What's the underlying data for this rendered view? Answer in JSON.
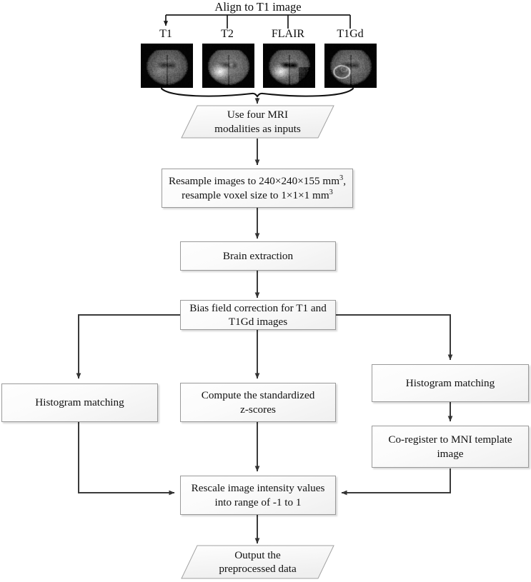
{
  "diagram": {
    "title": "MRI preprocessing pipeline flowchart",
    "top_label": "Align to T1 image",
    "modalities": [
      {
        "name": "T1"
      },
      {
        "name": "T2"
      },
      {
        "name": "FLAIR"
      },
      {
        "name": "T1Gd"
      }
    ],
    "nodes": {
      "input": {
        "line1": "Use four MRI",
        "line2": "modalities as inputs"
      },
      "resample": {
        "line1_a": "Resample images to 240×240×155 mm",
        "line1_sup": "3",
        "line1_b": ",",
        "line2_a": "resample voxel size to 1×1×1  mm",
        "line2_sup": "3"
      },
      "brain_extraction": {
        "line1": "Brain extraction"
      },
      "bias_field": {
        "line1": "Bias field correction for T1 and",
        "line2": "T1Gd images"
      },
      "hist_left": {
        "line1": "Histogram matching"
      },
      "zscore": {
        "line1": "Compute the standardized",
        "line2": "z-scores"
      },
      "hist_right": {
        "line1": "Histogram matching"
      },
      "coregister": {
        "line1": "Co-register to MNI template",
        "line2": "image"
      },
      "rescale": {
        "line1": "Rescale image intensity values",
        "line2": "into range of -1 to 1"
      },
      "output": {
        "line1": "Output the",
        "line2": "preprocessed data"
      }
    },
    "colors": {
      "node_fill_light": "#fefefe",
      "node_fill_dark": "#f0f0f0",
      "node_border": "#9a9a9a",
      "connector": "#3a3a3a",
      "text": "#111111",
      "background": "#ffffff"
    }
  }
}
